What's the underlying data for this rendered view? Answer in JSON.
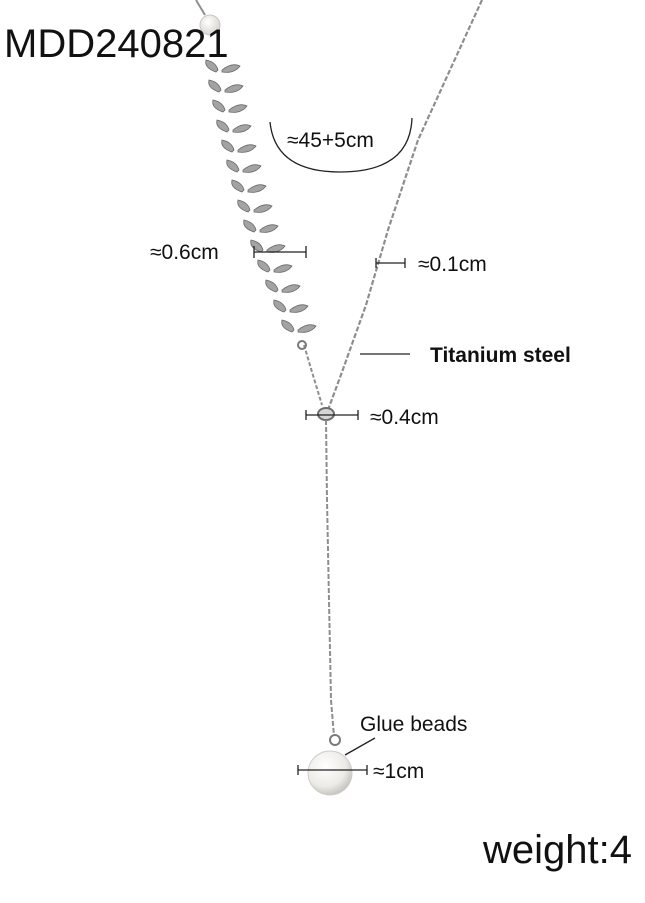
{
  "product_code": "MDD240821",
  "annotations": {
    "length": "≈45+5cm",
    "leaf_width": "≈0.6cm",
    "chain_width": "≈0.1cm",
    "material": "Titanium steel",
    "ring_width": "≈0.4cm",
    "bead_label": "Glue beads",
    "bead_width": "≈1cm"
  },
  "weight": "weight:4",
  "colors": {
    "metal": "#9a9a9a",
    "metal_dark": "#6e6e6e",
    "pearl": "#f4f2ee",
    "text": "#111111"
  }
}
